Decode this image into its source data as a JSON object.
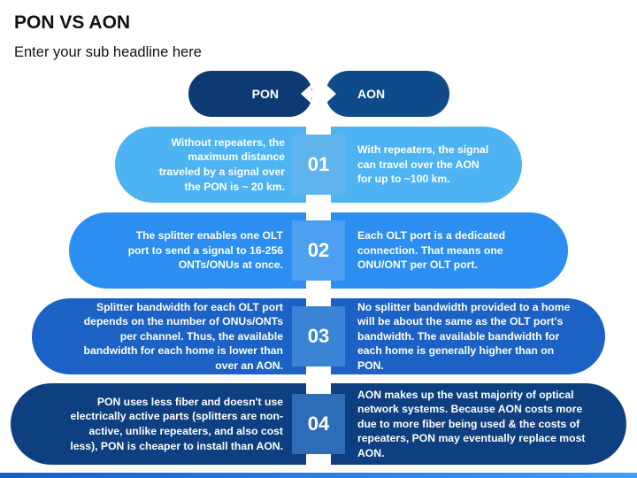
{
  "title": "PON VS AON",
  "subtitle": "Enter your sub headline here",
  "header": {
    "left_label": "PON",
    "right_label": "AON"
  },
  "icons": {
    "compare": "double-arrow-icon"
  },
  "colors": {
    "navy": "#0e3a73",
    "row1": "#4db3f2",
    "row2": "#2b8ef0",
    "row3": "#1b62c4",
    "row4": "#0e3f80",
    "number_box": "#62aaea"
  },
  "rows": [
    {
      "number": "01",
      "left": "Without repeaters, the maximum distance traveled by a signal over the PON is ~ 20 km.",
      "right": "With repeaters, the signal can travel over the AON for up to ~100 km."
    },
    {
      "number": "02",
      "left": "The splitter enables one OLT port to send a signal to 16-256 ONTs/ONUs at once.",
      "right": "Each OLT port is a dedicated connection. That means one ONU/ONT per OLT port."
    },
    {
      "number": "03",
      "left": "Splitter bandwidth for each OLT port depends on the number of ONUs/ONTs per channel. Thus, the available bandwidth for each home is lower than over an AON.",
      "right": "No splitter bandwidth provided to a home will be about the same as the OLT port's bandwidth. The available bandwidth for each home is generally higher than on PON."
    },
    {
      "number": "04",
      "left": "PON uses less fiber and doesn't use electrically active parts (splitters are non-active, unlike repeaters, and also cost less), PON is cheaper to install than AON.",
      "right": "AON makes up the vast majority of optical network systems. Because AON costs more due to more fiber being used & the costs of repeaters, PON may eventually replace most AON."
    }
  ]
}
